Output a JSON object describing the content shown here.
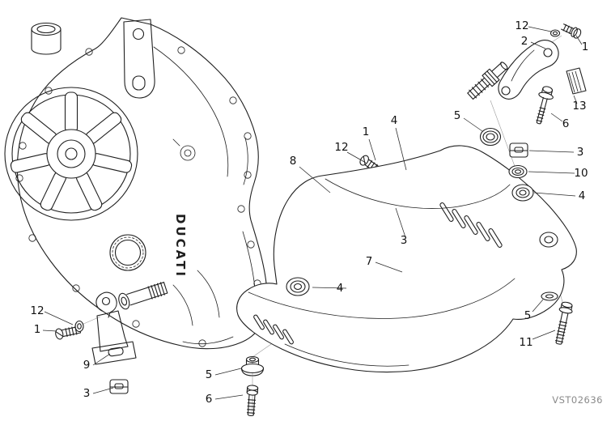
{
  "diagram": {
    "code": "VST02636",
    "brand_text": "DUCATI",
    "callouts": [
      {
        "label": "12"
      },
      {
        "label": "1"
      },
      {
        "label": "9"
      },
      {
        "label": "3"
      },
      {
        "label": "8"
      },
      {
        "label": "12"
      },
      {
        "label": "1"
      },
      {
        "label": "4"
      },
      {
        "label": "3"
      },
      {
        "label": "7"
      },
      {
        "label": "4"
      },
      {
        "label": "5"
      },
      {
        "label": "6"
      },
      {
        "label": "5"
      },
      {
        "label": "12"
      },
      {
        "label": "2"
      },
      {
        "label": "1"
      },
      {
        "label": "13"
      },
      {
        "label": "6"
      },
      {
        "label": "3"
      },
      {
        "label": "10"
      },
      {
        "label": "4"
      },
      {
        "label": "5"
      },
      {
        "label": "11"
      }
    ]
  }
}
